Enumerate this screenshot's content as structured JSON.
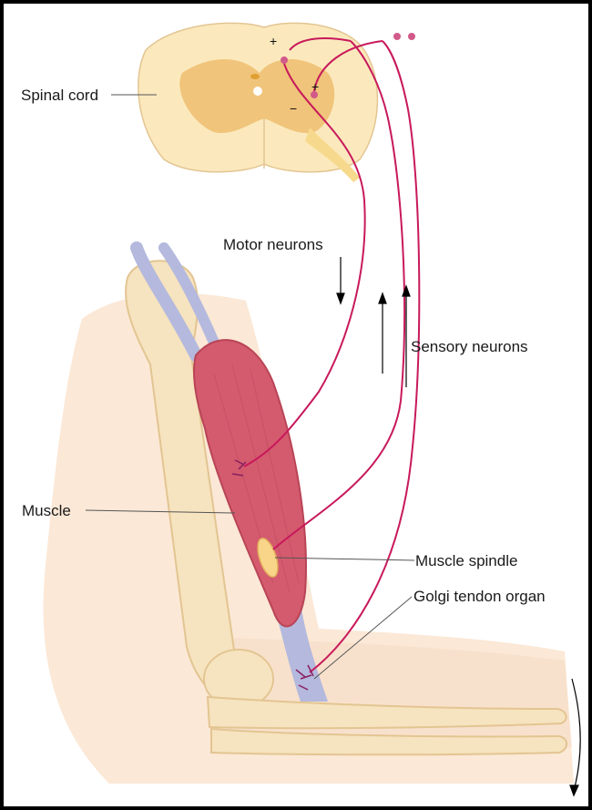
{
  "labels": {
    "spinal_cord": "Spinal cord",
    "motor_neurons": "Motor neurons",
    "sensory_neurons": "Sensory neurons",
    "muscle": "Muscle",
    "muscle_spindle": "Muscle spindle",
    "golgi_tendon_organ": "Golgi tendon organ"
  },
  "synapse_signs": {
    "excitatory_top": "+",
    "excitatory_right": "+",
    "inhibitory": "−"
  },
  "colors": {
    "frame": "#000000",
    "spinal_white_matter": "#fbe9bd",
    "spinal_gray_matter": "#f0c47a",
    "nerve_root": "#f6d98c",
    "neuron": "#c8195c",
    "arm_skin": "#fbe8d6",
    "bone": "#f6e3bf",
    "muscle": "#d45b6e",
    "tendon": "#b4b9dd",
    "spindle": "#f9d58a",
    "leader_line": "#555555"
  }
}
